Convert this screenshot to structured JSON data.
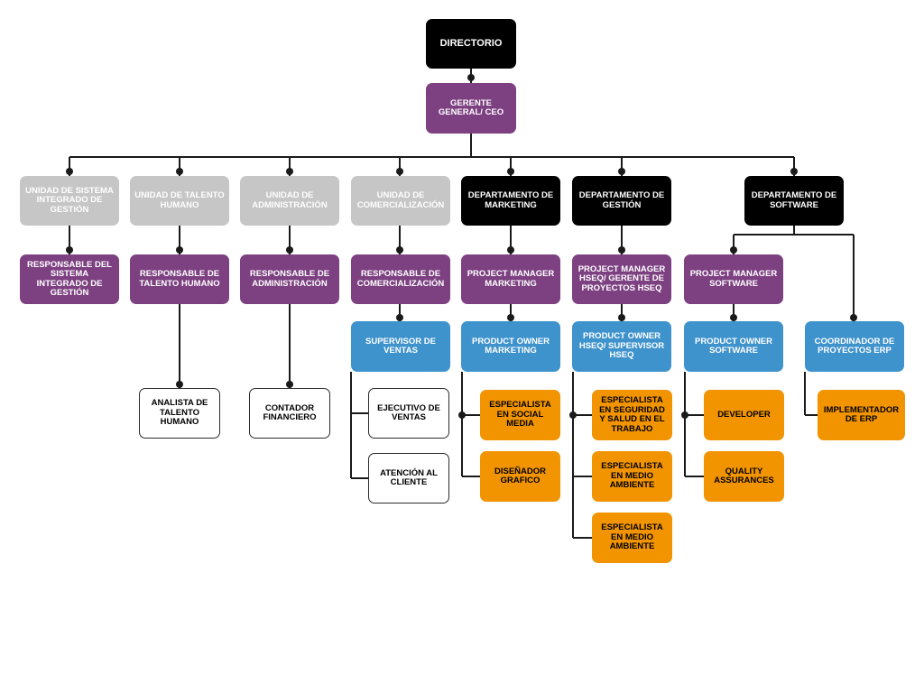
{
  "nodes": {
    "directorio": "DIRECTORIO",
    "gerente": "GERENTE GENERAL/ CEO",
    "u_sig": "UNIDAD DE SISTEMA INTEGRADO DE GESTIÓN",
    "u_th": "UNIDAD DE TALENTO HUMANO",
    "u_adm": "UNIDAD DE ADMINISTRACIÓN",
    "u_com": "UNIDAD DE COMERCIALIZACIÓN",
    "d_mkt": "DEPARTAMENTO DE MARKETING",
    "d_ges": "DEPARTAMENTO DE GESTIÓN",
    "d_sw": "DEPARTAMENTO DE SOFTWARE",
    "r_sig": "RESPONSABLE DEL SISTEMA INTEGRADO DE GESTIÓN",
    "r_th": "RESPONSABLE DE TALENTO HUMANO",
    "r_adm": "RESPONSABLE DE ADMINISTRACIÓN",
    "r_com": "RESPONSABLE DE COMERCIALIZACIÓN",
    "pm_mkt": "PROJECT MANAGER MARKETING",
    "pm_hseq": "PROJECT MANAGER HSEQ/ GERENTE DE PROYECTOS HSEQ",
    "pm_sw": "PROJECT MANAGER SOFTWARE",
    "sup_ventas": "SUPERVISOR DE VENTAS",
    "po_mkt": "PRODUCT OWNER MARKETING",
    "po_hseq": "PRODUCT OWNER HSEQ/ SUPERVISOR HSEQ",
    "po_sw": "PRODUCT OWNER SOFTWARE",
    "coord_erp": "COORDINADOR DE PROYECTOS ERP",
    "analista_th": "ANALISTA DE TALENTO HUMANO",
    "contador": "CONTADOR FINANCIERO",
    "ejecutivo": "EJECUTIVO DE VENTAS",
    "atencion": "ATENCIÓN AL CLIENTE",
    "esp_social": "ESPECIALISTA EN SOCIAL MEDIA",
    "disenador": "DISEÑADOR GRAFICO",
    "esp_seguridad": "ESPECIALISTA EN SEGURIDAD Y SALUD EN EL TRABAJO",
    "esp_ambiente_1": "ESPECIALISTA EN MEDIO AMBIENTE",
    "esp_ambiente_2": "ESPECIALISTA EN MEDIO AMBIENTE",
    "developer": "DEVELOPER",
    "qa": "QUALITY ASSURANCES",
    "implementador": "IMPLEMENTADOR DE ERP"
  },
  "colors": {
    "black": "#000000",
    "purple": "#7d4182",
    "gray": "#c6c6c6",
    "blue": "#3f93cc",
    "orange": "#f29400",
    "connector": "#1a1a1a"
  }
}
